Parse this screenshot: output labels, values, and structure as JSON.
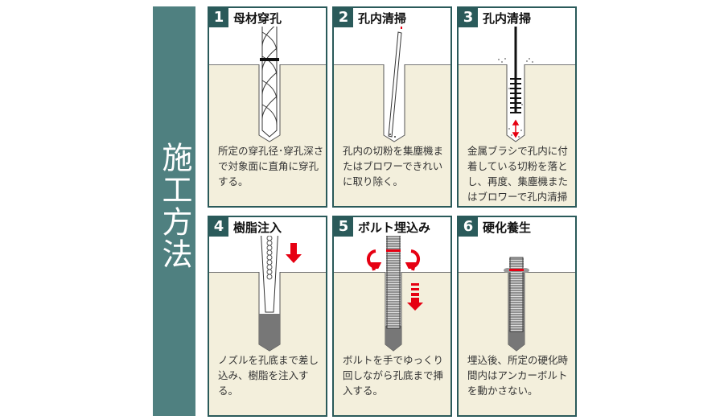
{
  "title": "施工方法",
  "steps": [
    {
      "number": "1",
      "title": "母材穿孔",
      "text": "所定の穿孔径･穿孔深さで対象面に直角に穿孔する。"
    },
    {
      "number": "2",
      "title": "孔内清掃",
      "text": "孔内の切粉を集塵機またはブロワーできれいに取り除く。"
    },
    {
      "number": "3",
      "title": "孔内清掃",
      "text": "金属ブラシで孔内に付着している切粉を落とし、再度、集塵機またはブロワーで孔内清掃する。"
    },
    {
      "number": "4",
      "title": "樹脂注入",
      "text": "ノズルを孔底まで差し込み、樹脂を注入する。"
    },
    {
      "number": "5",
      "title": "ボルト埋込み",
      "text": "ボルトを手でゆっくり回しながら孔底まで挿入する。"
    },
    {
      "number": "6",
      "title": "硬化養生",
      "text": "埋込後、所定の硬化時間内はアンカーボルトを動かさない。"
    }
  ],
  "colors": {
    "band": "#4f8080",
    "border": "#2a5a5a",
    "ground": "#f3efdc",
    "accent": "#e60012"
  }
}
